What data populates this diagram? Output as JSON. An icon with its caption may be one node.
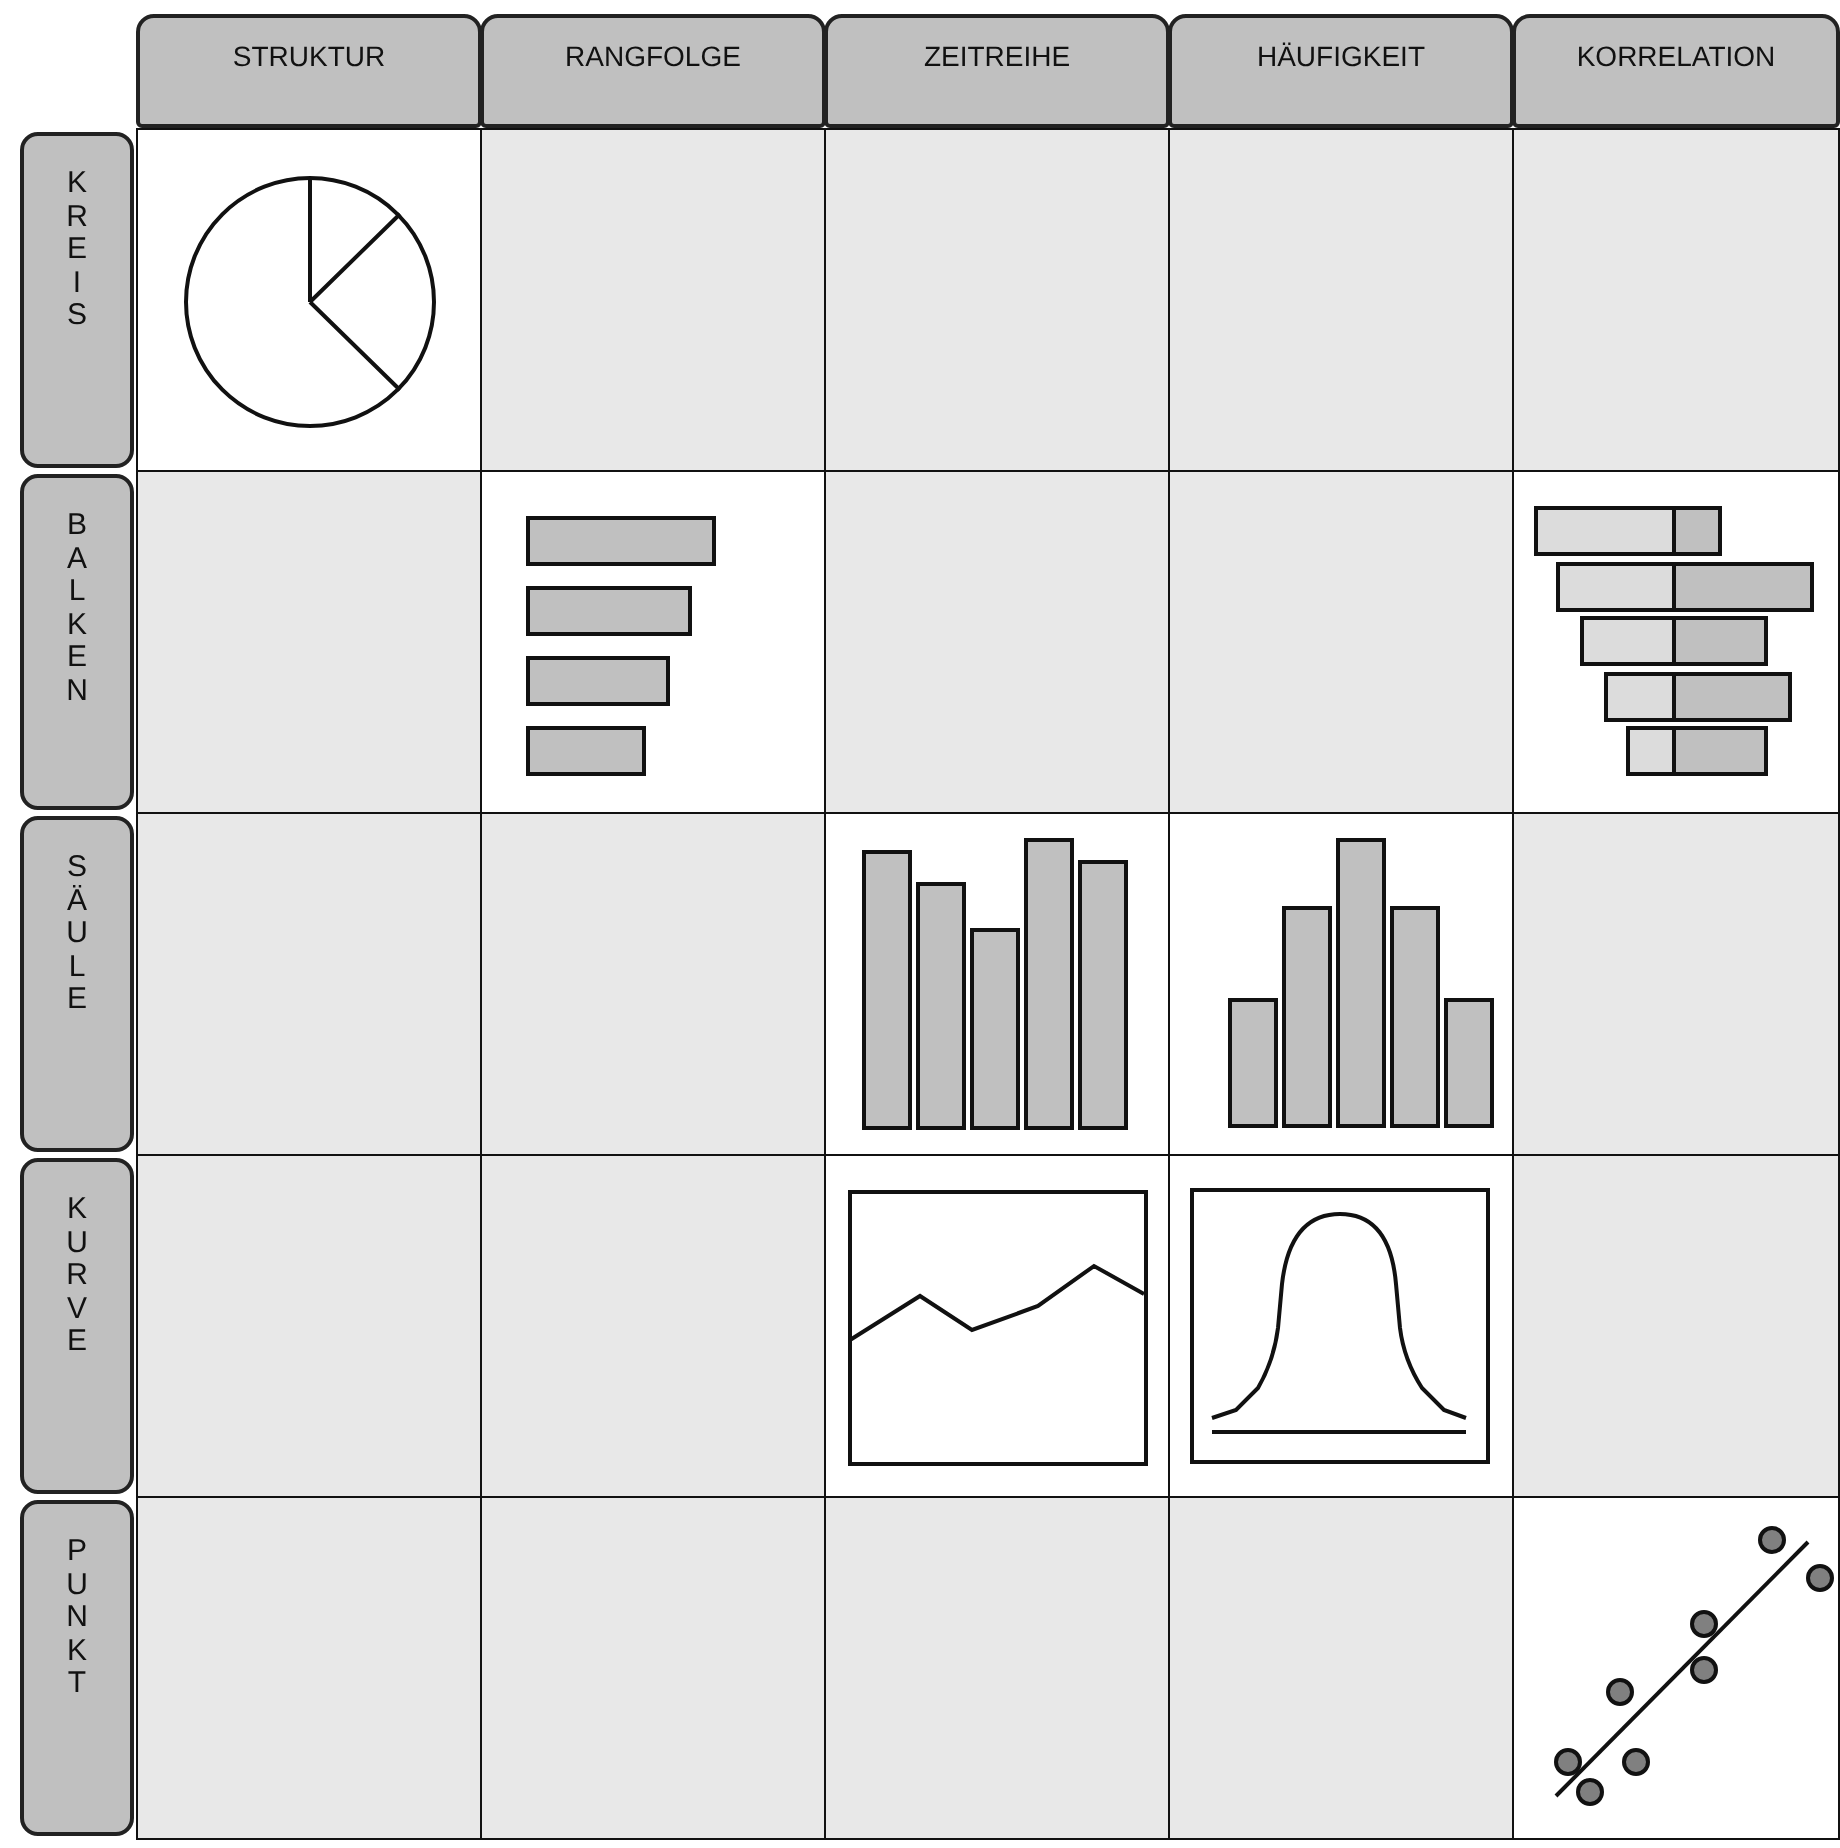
{
  "diagram": {
    "nodes": [
      {
        "text": [
          "STRUKTUR"
        ]
      },
      {
        "text": [
          "RANGFOLGE"
        ]
      },
      {
        "text": [
          "ZEITREIHE"
        ]
      },
      {
        "text": [
          "HÄUFIGKEIT"
        ]
      },
      {
        "text": [
          "KORRELATION"
        ]
      },
      {
        "text": [
          "KREIS"
        ]
      },
      {
        "text": [
          "BALKEN"
        ]
      },
      {
        "text": [
          "SÄULE"
        ]
      },
      {
        "text": [
          "KURVE"
        ]
      },
      {
        "text": [
          "PUNKT"
        ]
      }
    ]
  }
}
